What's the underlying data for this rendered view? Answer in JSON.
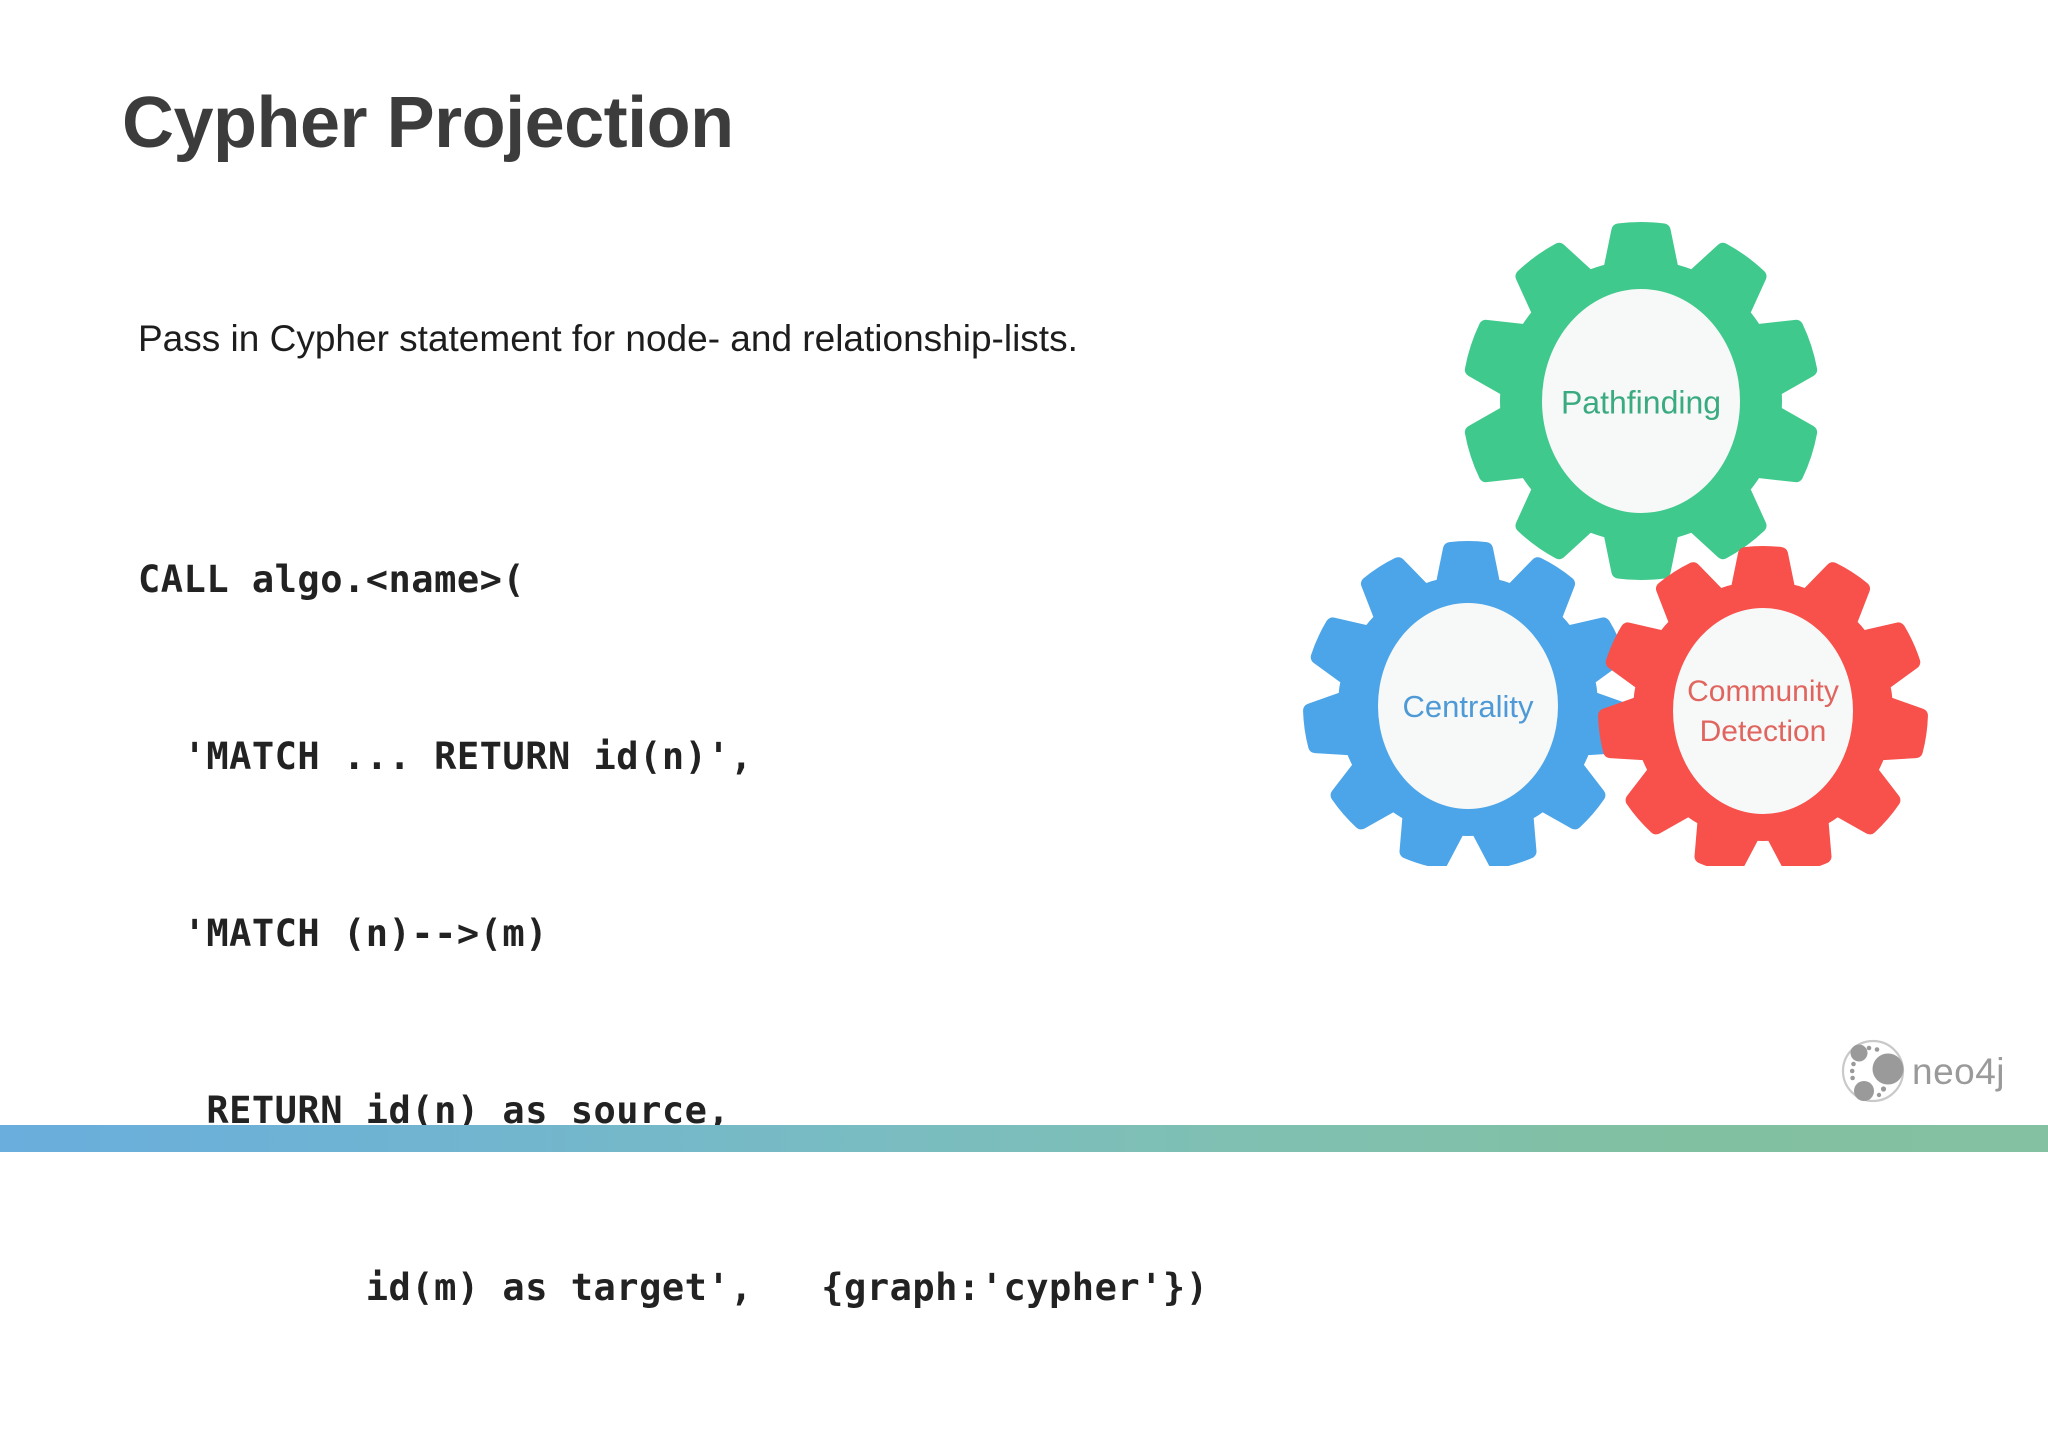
{
  "slide": {
    "title": "Cypher Projection",
    "lead_text": "Pass in Cypher statement for node- and relationship-lists.",
    "background_color": "#ffffff",
    "title_color": "#3c3c3c"
  },
  "code": {
    "lines": [
      "CALL algo.<name>(",
      "  'MATCH ... RETURN id(n)',",
      "  'MATCH (n)-->(m)",
      "   RETURN id(n) as source,",
      "          id(m) as target',   {graph:'cypher'})"
    ],
    "full_text": "CALL algo.<name>(\n  'MATCH ... RETURN id(n)',\n  'MATCH (n)-->(m)\n   RETURN id(n) as source,\n          id(m) as target',   {graph:'cypher'})",
    "text_color": "#222222"
  },
  "gears": [
    {
      "id": "pathfinding",
      "label": "Pathfinding",
      "label_lines": [
        "Pathfinding"
      ],
      "color": "#40c98c",
      "text_color": "#3aab80",
      "hub_color": "#f7f8f8",
      "position": "top-center",
      "teeth": 10
    },
    {
      "id": "centrality",
      "label": "Centrality",
      "label_lines": [
        "Centrality"
      ],
      "color": "#4ca5e8",
      "text_color": "#4e9ad6",
      "hub_color": "#f7f8f8",
      "position": "bottom-left",
      "teeth": 12
    },
    {
      "id": "community-detection",
      "label": "Community Detection",
      "label_lines": [
        "Community",
        "Detection"
      ],
      "color": "#f8504a",
      "text_color": "#e0655f",
      "hub_color": "#f7f8f8",
      "position": "bottom-right",
      "teeth": 12
    }
  ],
  "logo": {
    "wordmark": "neo4j",
    "color": "#9a9a9a"
  },
  "bottom_bar": {
    "gradient_start": "#69aedd",
    "gradient_end": "#84c1a3"
  }
}
